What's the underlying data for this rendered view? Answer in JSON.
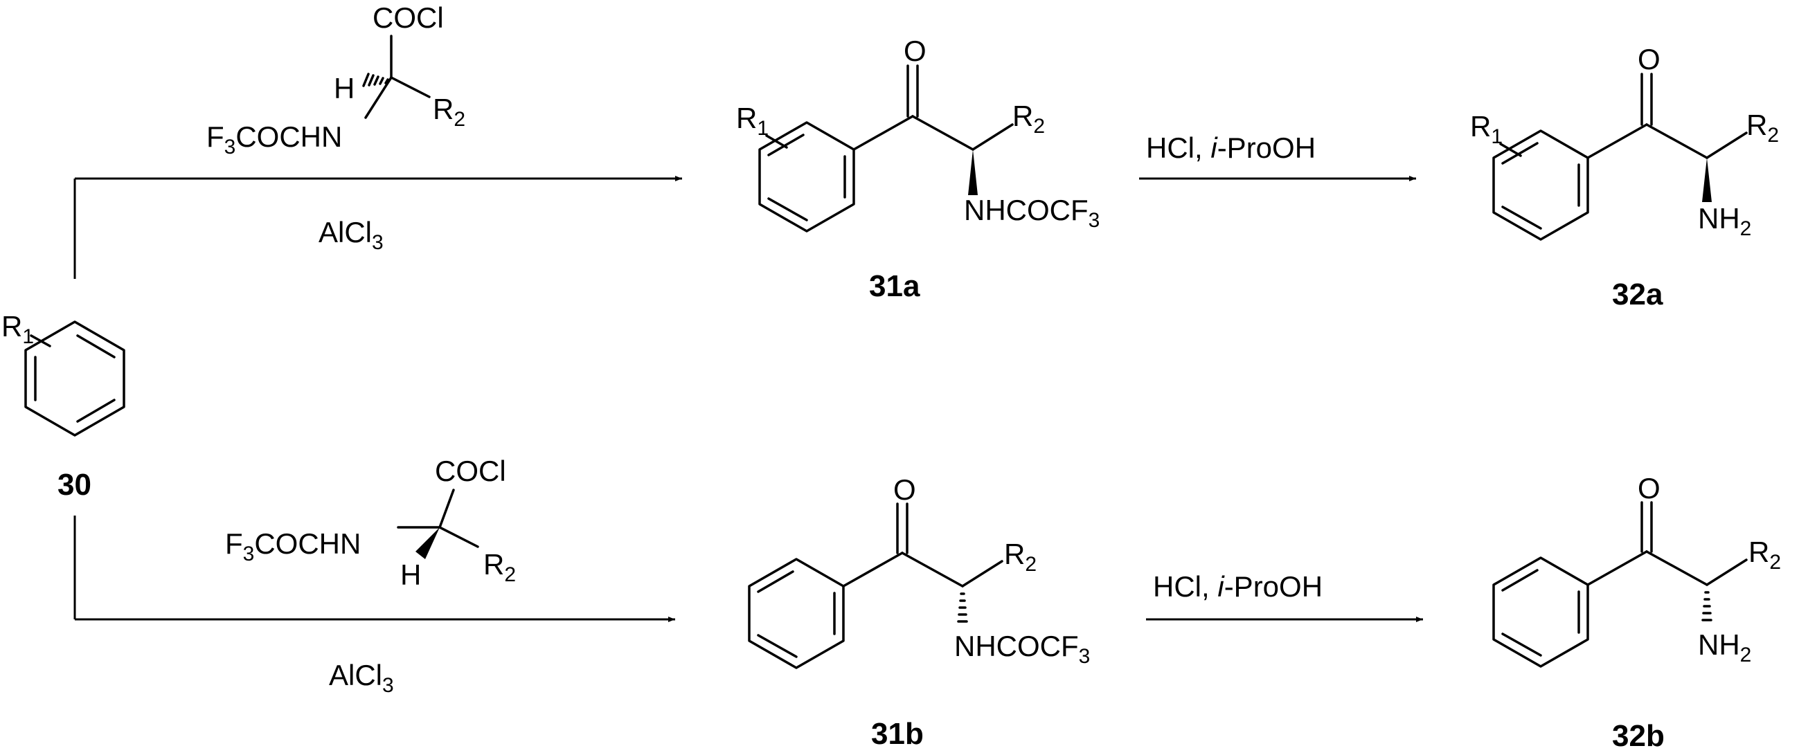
{
  "compounds": {
    "c30": "30",
    "c31a": "31a",
    "c32a": "32a",
    "c31b": "31b",
    "c32b": "32b"
  },
  "substituents": {
    "r_letter": "R",
    "r1_sub": "1",
    "r2_sub": "2"
  },
  "labels": {
    "oxygen": "O",
    "hydrogen": "H",
    "acyl_chloride": "COCl",
    "tfa_amide_left": "F",
    "tfa_amide_left_sub": "3",
    "tfa_amide_left_rest": "COCHN",
    "tfa_amide_right": "NHCOCF",
    "tfa_amide_right_sub": "3",
    "amine": "NH",
    "amine_sub": "2"
  },
  "reagents": {
    "lewis_acid_main": "AlCl",
    "lewis_acid_sub": "3",
    "deprotection_hcl": "HCl, ",
    "deprotection_solvent": "i",
    "deprotection_solvent_rest": "-ProOH"
  },
  "colors": {
    "ink": "#000000",
    "background": "#ffffff"
  }
}
